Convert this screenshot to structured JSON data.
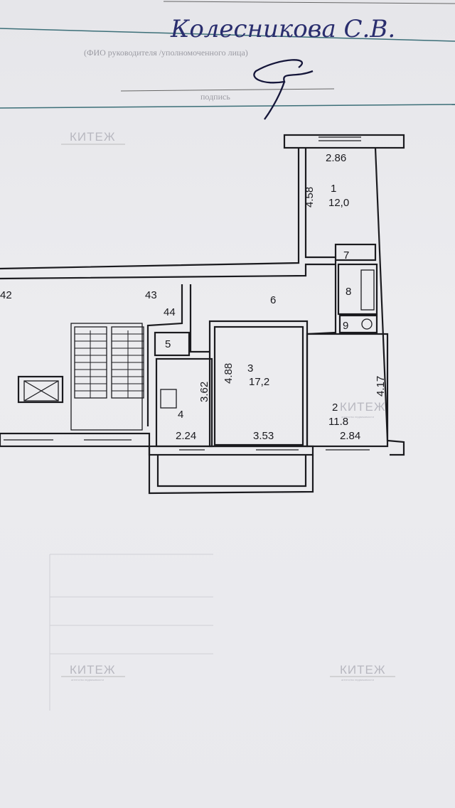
{
  "header": {
    "handwritten_name": "Колесникова С.В.",
    "caption_name": "(ФИО руководителя /уполномоченного лица)",
    "caption_signature": "подпись"
  },
  "watermark": {
    "brand": "КИТЕЖ",
    "subtitle": "агентство недвижимости"
  },
  "plan": {
    "rooms": [
      {
        "number": "1",
        "area": "12,0",
        "width": "2.86",
        "length": "4.58"
      },
      {
        "number": "2",
        "area": "11.8",
        "width": "2.84",
        "length": "4.17"
      },
      {
        "number": "3",
        "area": "17,2",
        "width": "3.53",
        "length": "4.88"
      },
      {
        "number": "4",
        "width": "2.24",
        "length": "3.62"
      },
      {
        "number": "5"
      },
      {
        "number": "6"
      },
      {
        "number": "7"
      },
      {
        "number": "8"
      },
      {
        "number": "9"
      }
    ],
    "axis_marks": [
      "42",
      "43",
      "44"
    ]
  }
}
